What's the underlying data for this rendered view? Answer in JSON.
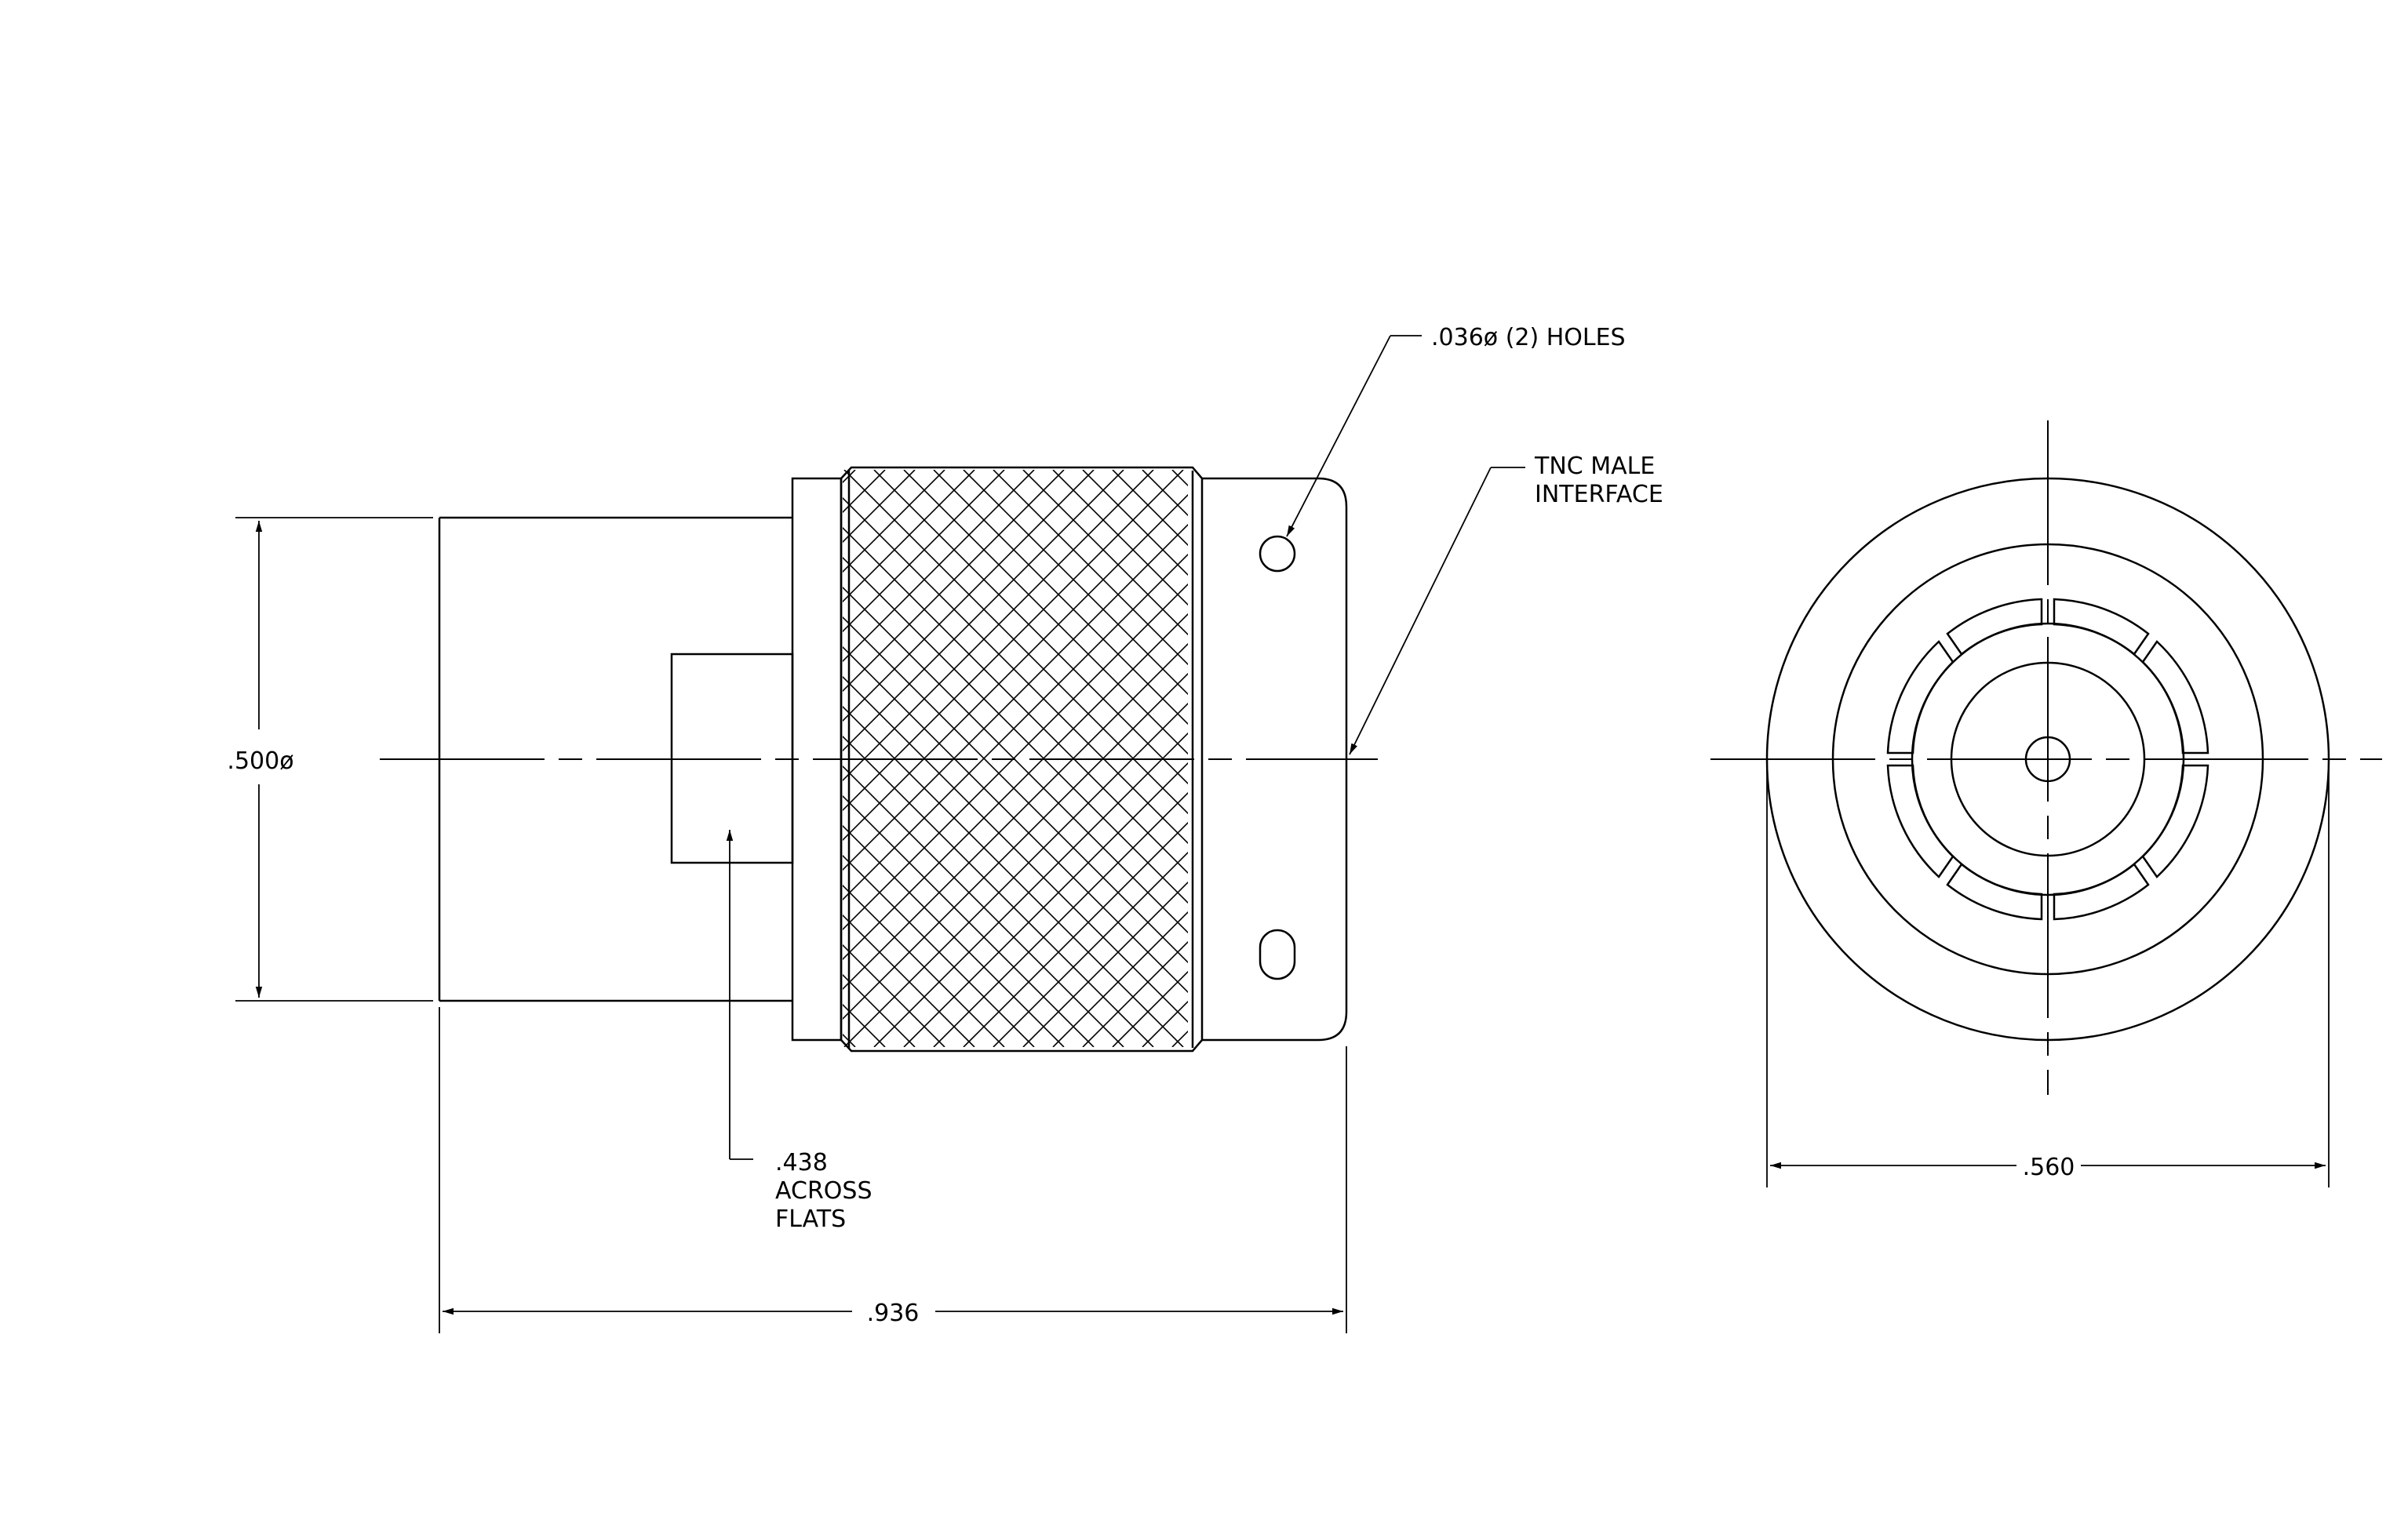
{
  "labels": {
    "holes": ".036ø (2) HOLES",
    "interface_line1": "TNC MALE",
    "interface_line2": "INTERFACE",
    "diameter": ".500ø",
    "flats_line1": ".438",
    "flats_line2": "ACROSS",
    "flats_line3": "FLATS",
    "length": ".936",
    "end_diameter": ".560"
  },
  "colors": {
    "line": "#000000",
    "background": "#ffffff"
  }
}
